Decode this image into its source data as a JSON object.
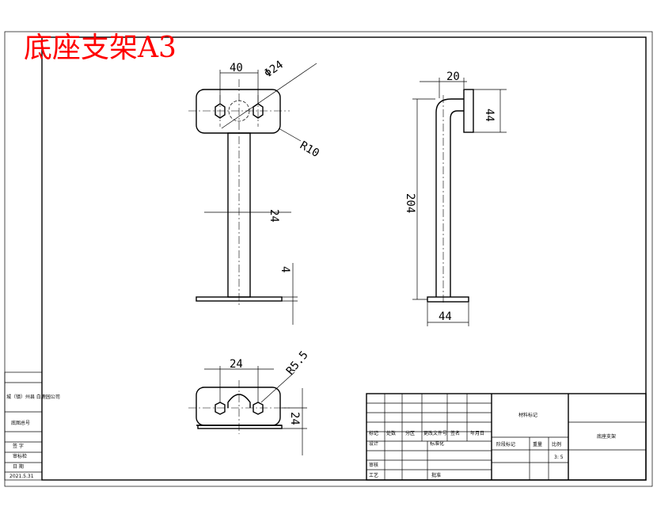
{
  "title": "底座支架A3",
  "dimensions": {
    "top_width": "40",
    "diameter": "Φ24",
    "radius_corner": "R10",
    "shaft_width": "24",
    "plate_thickness": "4",
    "side_top": "20",
    "side_flange": "44",
    "side_height": "204",
    "side_base": "44",
    "bottom_width": "24",
    "bottom_radius": "R5.5",
    "bottom_height": "24"
  },
  "left_strip": {
    "org": "城（镇）州县\n白鹿园公司",
    "row1": "底图总号",
    "row2": "签  字",
    "row3": "审标检",
    "row4": "日  期",
    "date": "2021.5.31"
  },
  "title_block": {
    "material": "材料标记",
    "part_name": "底座支架",
    "h_mark": "标记",
    "h_count": "处数",
    "h_zone": "分区",
    "h_doc": "更改文件号",
    "h_sign": "签名",
    "h_date": "年月日",
    "design": "设计",
    "standard": "标准化",
    "stage": "阶段标记",
    "weight": "重量",
    "scale": "比例",
    "scale_value": "3: 5",
    "review": "审核",
    "process": "工艺",
    "approve": "批准"
  }
}
